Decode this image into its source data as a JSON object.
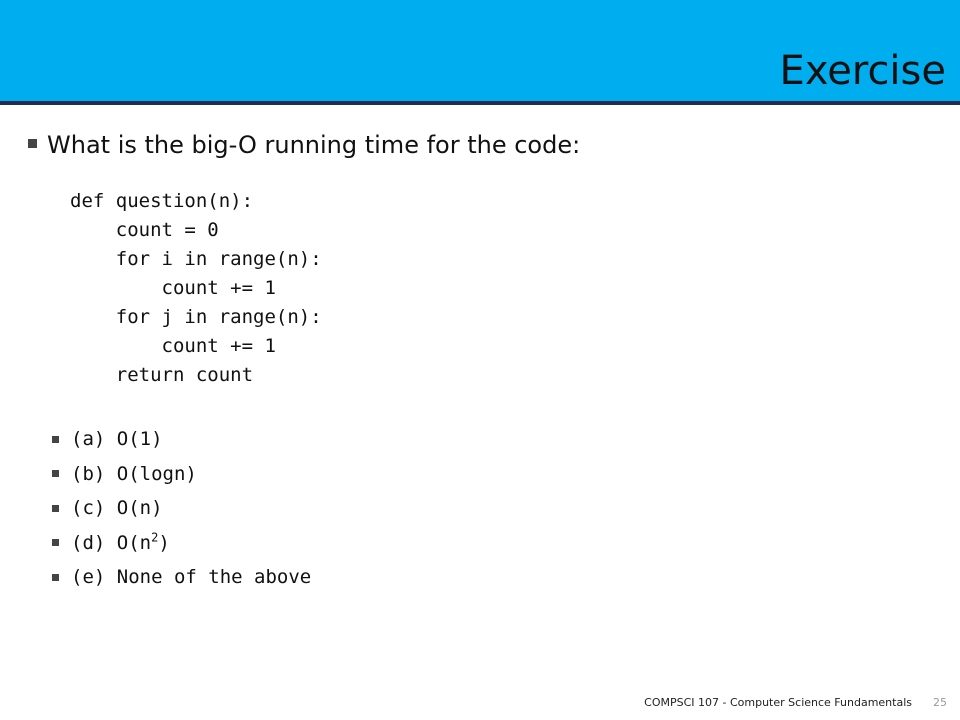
{
  "slide": {
    "title": "Exercise",
    "question": "What is the big-O running time for the code:",
    "code_lines": [
      "def question(n):",
      "    count = 0",
      "    for i in range(n):",
      "        count += 1",
      "    for j in range(n):",
      "        count += 1",
      "    return count"
    ],
    "options": [
      {
        "text": "(a) O(1)"
      },
      {
        "text": "(b) O(logn)"
      },
      {
        "text": "(c) O(n)"
      },
      {
        "text": "(d) O(n",
        "superscript": "2",
        "suffix": ")"
      },
      {
        "text": "(e) None of the above"
      }
    ]
  },
  "footer": {
    "course": "COMPSCI 107 - Computer Science Fundamentals",
    "page_number": "25"
  },
  "colors": {
    "header_band": "#00aeef",
    "header_rule": "#1f2f4e"
  }
}
